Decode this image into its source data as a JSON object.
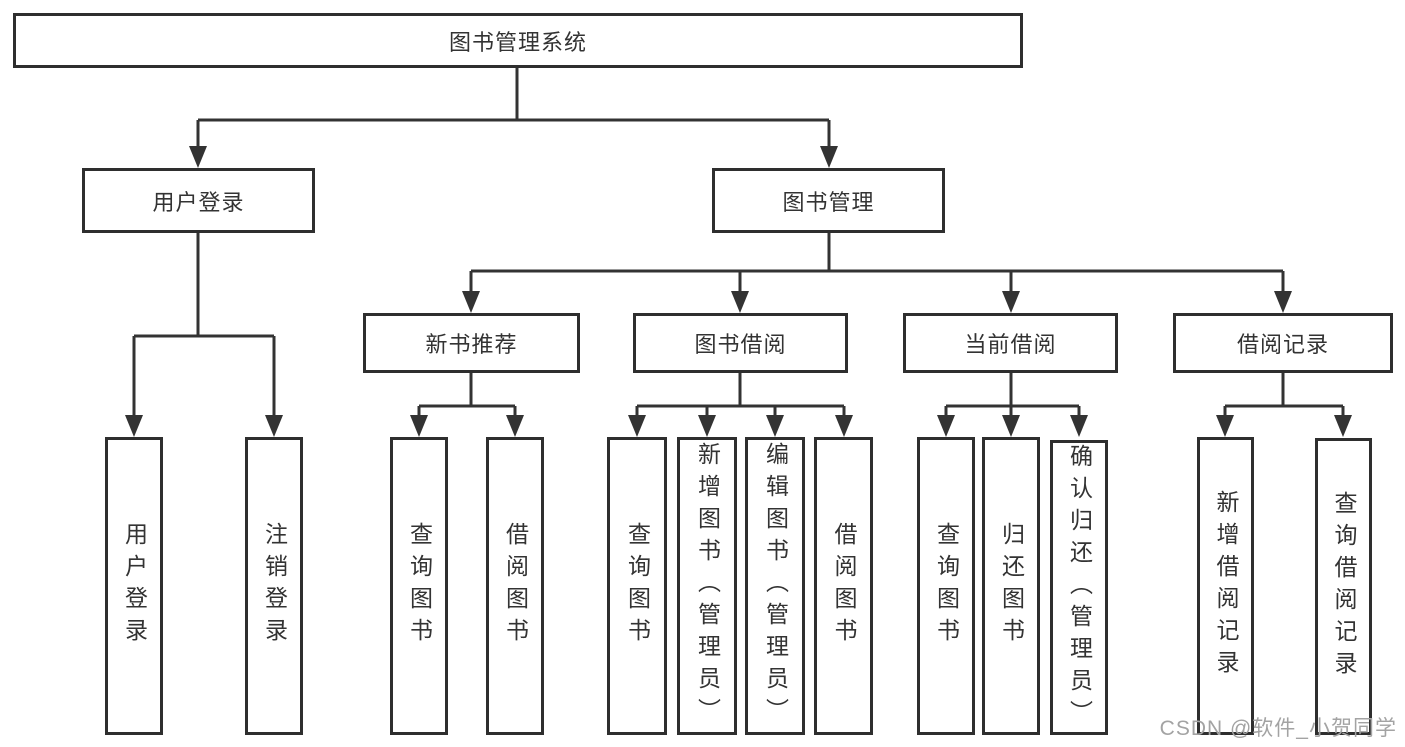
{
  "diagram": {
    "title": "图书管理系统",
    "type": "hierarchy-tree"
  },
  "nodes": {
    "root": "图书管理系统",
    "user_login": "用户登录",
    "book_mgmt": "图书管理",
    "new_book_rec": "新书推荐",
    "book_borrow": "图书借阅",
    "current_borrow": "当前借阅",
    "borrow_records": "借阅记录",
    "ul_user_login": "用户登录",
    "ul_logout": "注销登录",
    "nb_query_books": "查询图书",
    "nb_borrow_books": "借阅图书",
    "bb_query_books": "查询图书",
    "bb_add_books": "新增图书（管理员）",
    "bb_edit_books": "编辑图书（管理员）",
    "bb_borrow_books": "借阅图书",
    "cb_query_books": "查询图书",
    "cb_return_books": "归还图书",
    "cb_confirm_return": "确认归还（管理员）",
    "br_add_record": "新增借阅记录",
    "br_query_record": "查询借阅记录"
  },
  "watermark": {
    "text": "CSDN @软件_小贺同学"
  },
  "colors": {
    "line": "#333333",
    "box_border": "#2e2e2e",
    "text": "#333333",
    "watermark": "#a3a3a3",
    "background": "#ffffff"
  }
}
